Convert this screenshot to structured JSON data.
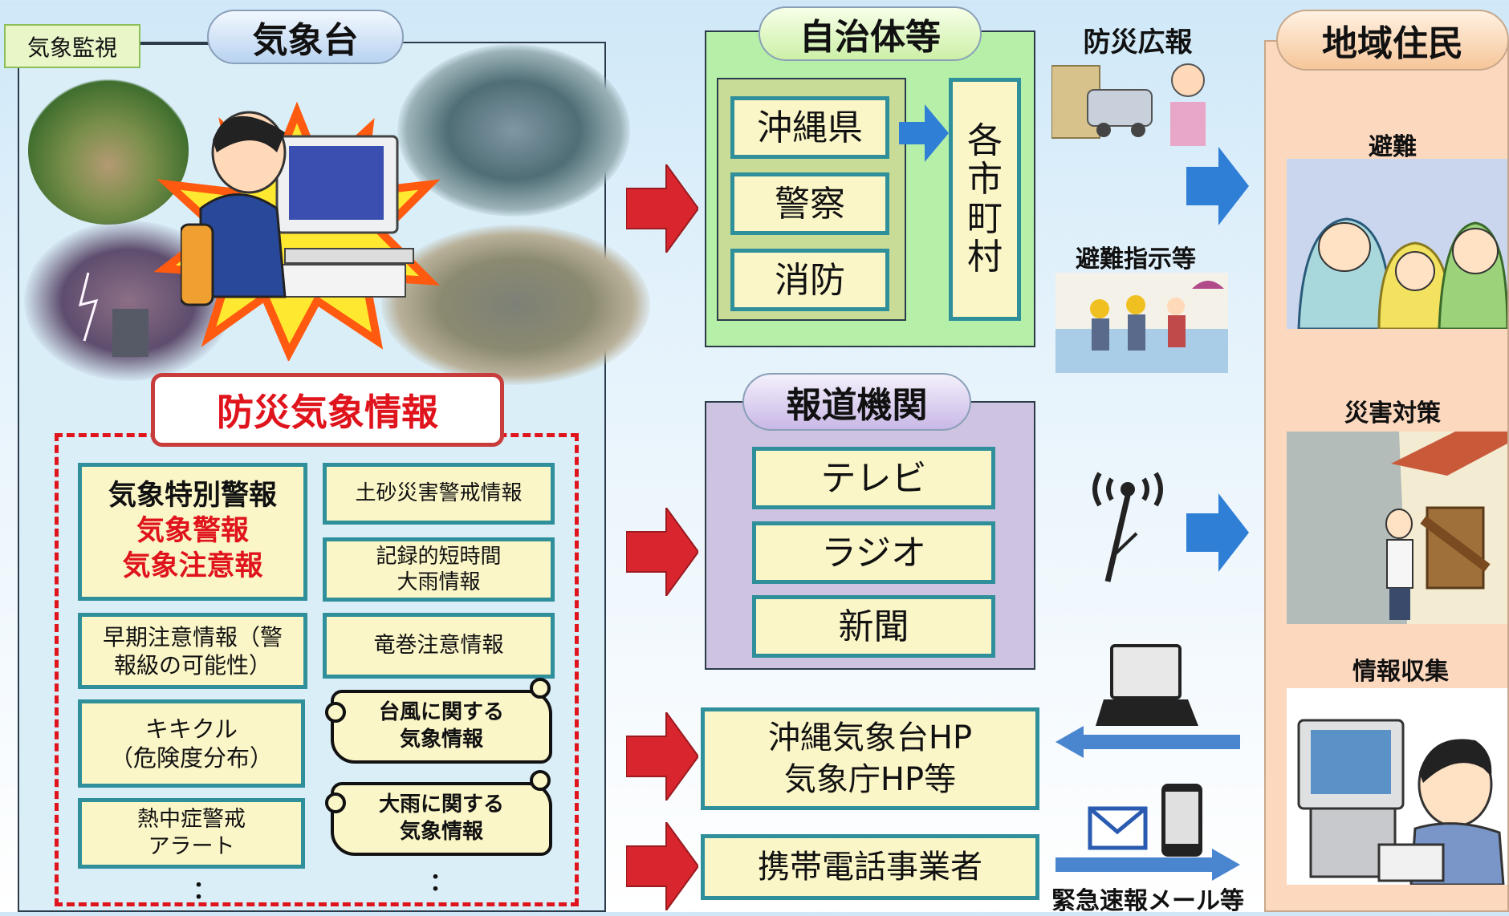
{
  "jma": {
    "tag": "気象監視",
    "title": "気象台"
  },
  "info": {
    "title": "防災気象情報",
    "warnings": {
      "line1": "気象特別警報",
      "line2": "気象警報",
      "line3": "気象注意報"
    },
    "sediment": "土砂災害警戒情報",
    "heavy_rain_record": {
      "line1": "記録的短時間",
      "line2": "大雨情報"
    },
    "early_warning": {
      "line1": "早期注意情報（警",
      "line2": "報級の可能性）"
    },
    "tornado": "竜巻注意情報",
    "kikikuru": {
      "line1": "キキクル",
      "line2": "（危険度分布）"
    },
    "typhoon": {
      "line1": "台風に関する",
      "line2": "気象情報"
    },
    "heatstroke": {
      "line1": "熱中症警戒",
      "line2": "アラート"
    },
    "heavy_rain_info": {
      "line1": "大雨に関する",
      "line2": "気象情報"
    },
    "ellipsis": "："
  },
  "municipal": {
    "title": "自治体等",
    "items": [
      "沖縄県",
      "警察",
      "消防"
    ],
    "cities": [
      "各",
      "市",
      "町",
      "村"
    ]
  },
  "media": {
    "title": "報道機関",
    "items": [
      "テレビ",
      "ラジオ",
      "新聞"
    ]
  },
  "web": {
    "line1": "沖縄気象台HP",
    "line2": "気象庁HP等"
  },
  "mobile": "携帯電話事業者",
  "middle_labels": {
    "bousai_kouhou": "防災広報",
    "hinan_shiji": "避難指示等",
    "kinkyu_mail": "緊急速報メール等"
  },
  "residents": {
    "title": "地域住民",
    "evacuation": "避難",
    "countermeasure": "災害対策",
    "info_collection": "情報収集"
  },
  "colors": {
    "red_arrow": "#d9262e",
    "blue_arrow": "#2f7fd6",
    "green_panel": "#b6f0a8",
    "purple_panel": "#cfc3e2",
    "resident_panel": "#fbd8be",
    "box_fill": "#fbf6c8",
    "box_border": "#2f8f9a",
    "red_text": "#e0141c"
  }
}
